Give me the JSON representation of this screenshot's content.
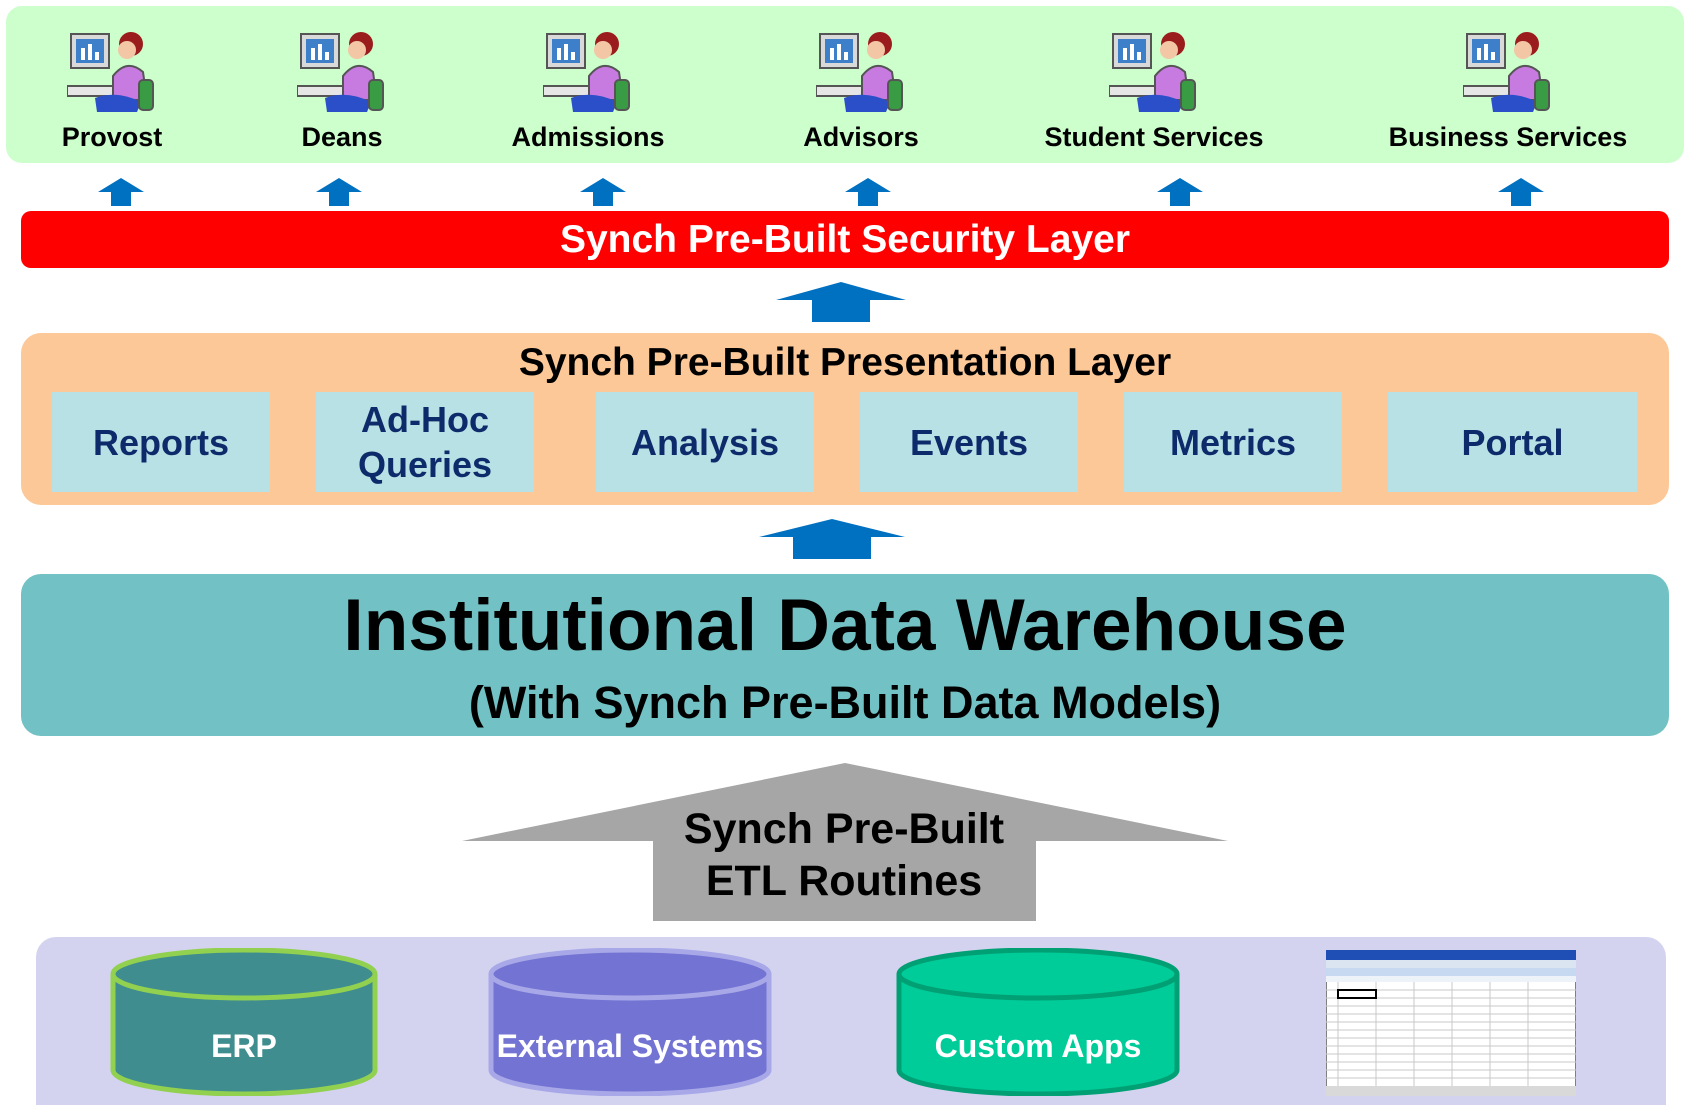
{
  "users": [
    {
      "label": "Provost"
    },
    {
      "label": "Deans"
    },
    {
      "label": "Admissions"
    },
    {
      "label": "Advisors"
    },
    {
      "label": "Student Services"
    },
    {
      "label": "Business Services"
    }
  ],
  "security_layer": {
    "label": "Synch Pre-Built Security Layer",
    "color": "#ff0000"
  },
  "presentation_layer": {
    "title": "Synch Pre-Built Presentation Layer",
    "items": [
      {
        "label": "Reports"
      },
      {
        "label": "Ad-Hoc Queries"
      },
      {
        "label": "Analysis"
      },
      {
        "label": "Events"
      },
      {
        "label": "Metrics"
      },
      {
        "label": "Portal"
      }
    ]
  },
  "warehouse": {
    "title": "Institutional Data Warehouse",
    "subtitle": "(With Synch Pre-Built Data Models)"
  },
  "etl": {
    "label": "Synch Pre-Built ETL Routines"
  },
  "sources": [
    {
      "label": "ERP",
      "color": "#3f8d8f"
    },
    {
      "label": "External Systems",
      "color": "#7373d3"
    },
    {
      "label": "Custom Apps",
      "color": "#00cc99"
    },
    {
      "icon": "spreadsheet-icon"
    }
  ],
  "colors": {
    "arrow": "#0070c0",
    "etl_arrow": "#a6a6a6",
    "label_text": "#0d2a6b"
  }
}
